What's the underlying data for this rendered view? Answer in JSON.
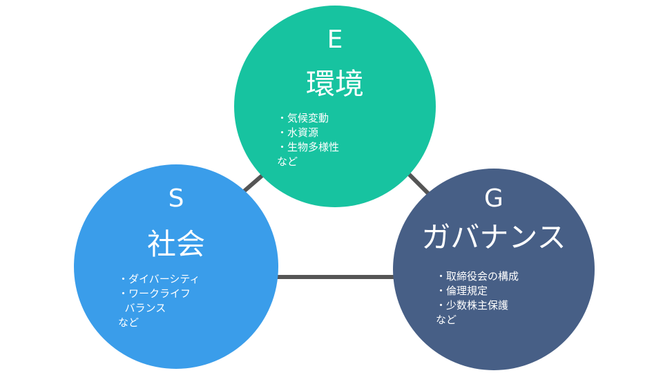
{
  "colors": {
    "environment": "#17c3a0",
    "social": "#3a9dea",
    "governance": "#475f86",
    "connector": "#555555"
  },
  "environment": {
    "letter": "E",
    "title": "環境",
    "items": [
      "・気候変動",
      "・水資源",
      "・生物多様性"
    ],
    "tail": "など"
  },
  "social": {
    "letter": "S",
    "title": "社会",
    "items": [
      "・ダイバーシティ",
      "・ワークライフ",
      "  バランス"
    ],
    "tail": "など"
  },
  "governance": {
    "letter": "G",
    "title": "ガバナンス",
    "items": [
      "・取締役会の構成",
      "・倫理規定",
      "・少数株主保護"
    ],
    "tail": "など"
  }
}
